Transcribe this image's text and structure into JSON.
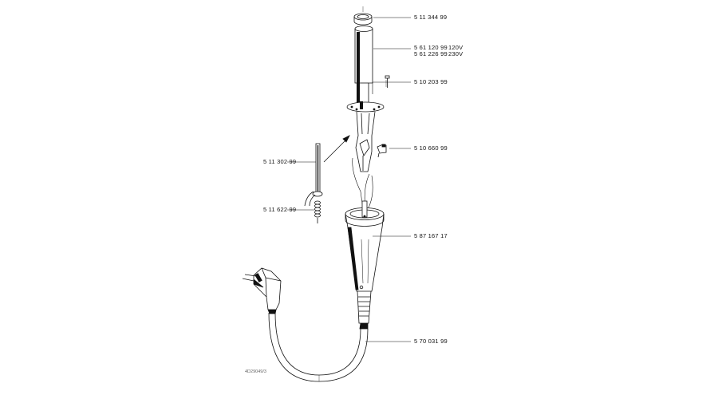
{
  "parts": [
    {
      "id": "ring",
      "number": "5 11 344 99"
    },
    {
      "id": "heating-tube",
      "number": "5 61 120 99",
      "variant": "120V"
    },
    {
      "id": "heating-tube-230",
      "number": "5 61 226 99",
      "variant": "230V"
    },
    {
      "id": "screw",
      "number": "5 10 203 99"
    },
    {
      "id": "clip",
      "number": "5 10 660 99"
    },
    {
      "id": "rod",
      "number": "5 11 302 99"
    },
    {
      "id": "spring",
      "number": "5 11 622 99"
    },
    {
      "id": "handle",
      "number": "5 87 167 17"
    },
    {
      "id": "cable",
      "number": "5 70 031 99"
    }
  ],
  "drawing_code": "4D29049/3"
}
